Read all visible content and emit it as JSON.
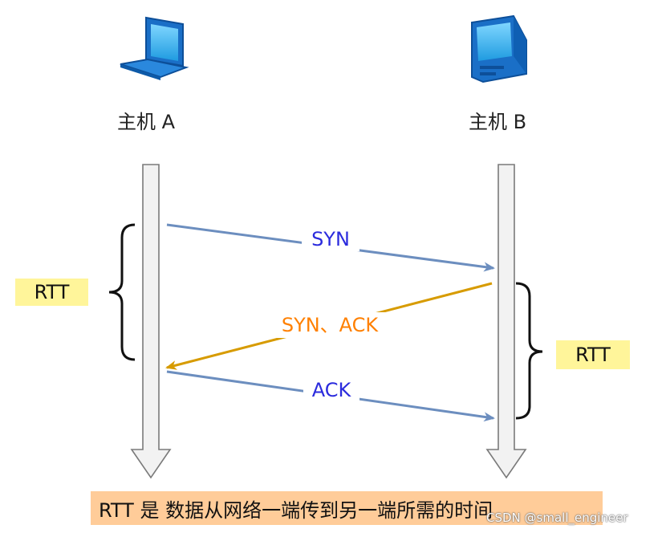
{
  "hosts": {
    "a": {
      "label": "主机 A",
      "icon": "laptop-icon"
    },
    "b": {
      "label": "主机 B",
      "icon": "desktop-computer-icon"
    }
  },
  "messages": [
    {
      "label": "SYN",
      "from": "A",
      "to": "B",
      "color": "#6c8ebf",
      "text_color": "#2b2bdd"
    },
    {
      "label": "SYN、ACK",
      "from": "B",
      "to": "A",
      "color": "#d79b00",
      "text_color": "#ff8000"
    },
    {
      "label": "ACK",
      "from": "A",
      "to": "B",
      "color": "#6c8ebf",
      "text_color": "#2b2bdd"
    }
  ],
  "rtt_left": "RTT",
  "rtt_right": "RTT",
  "caption": "RTT 是 数据从网络一端传到另一端所需的时间",
  "watermark": "CSDN @small_engineer",
  "colors": {
    "lifeline_fill": "#f2f2f2",
    "lifeline_stroke": "#7a7a7a",
    "rtt_bg": "#fff59a",
    "caption_bg": "#ffcc99"
  }
}
